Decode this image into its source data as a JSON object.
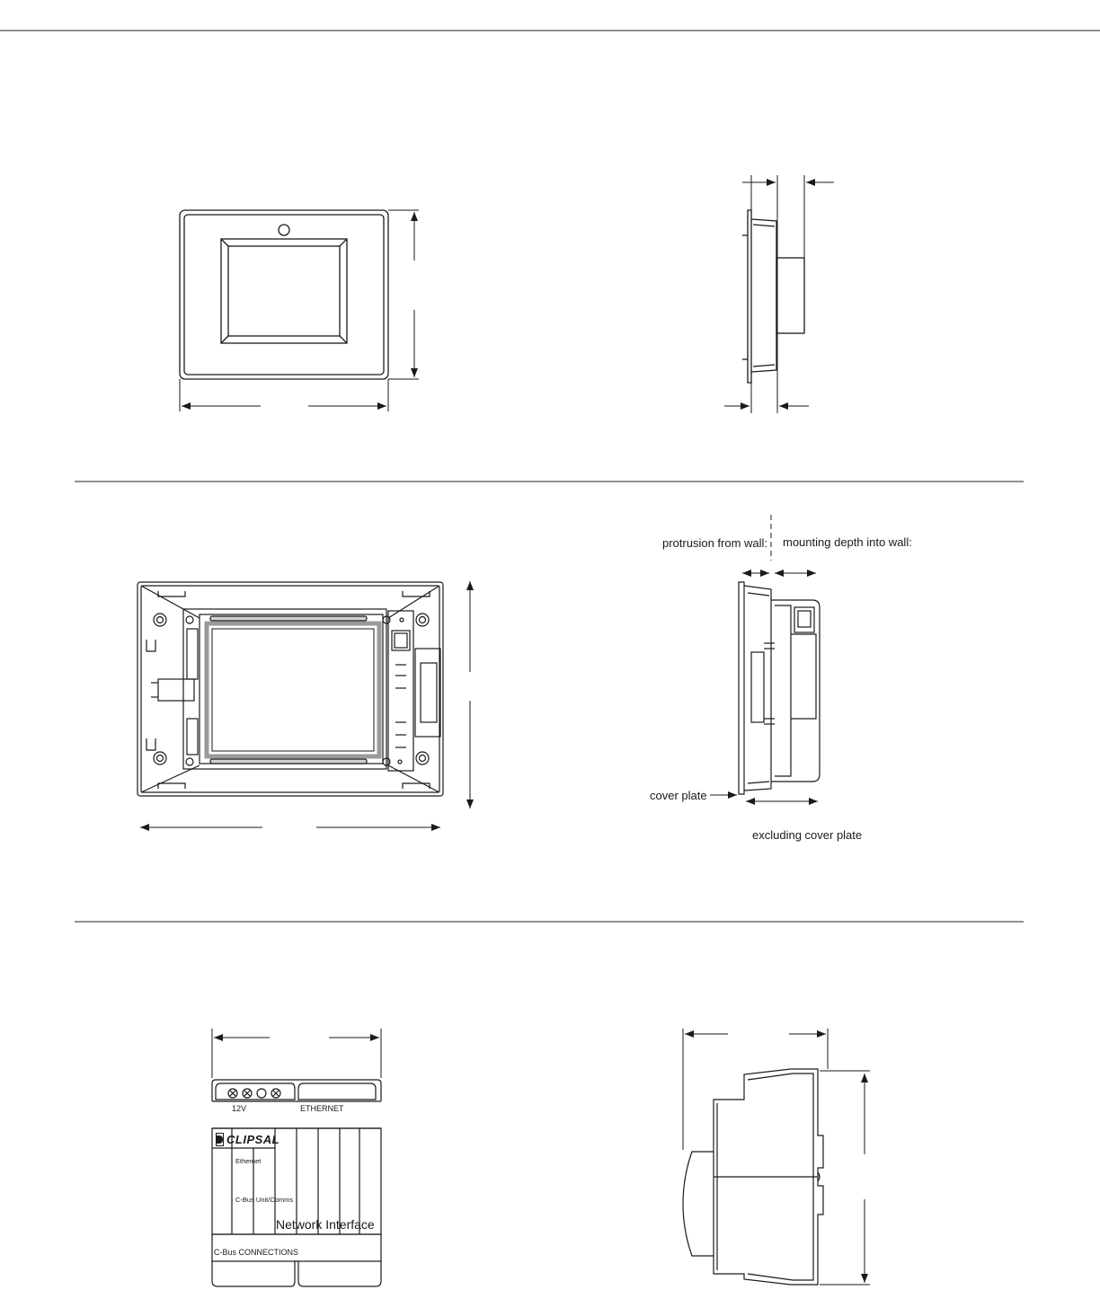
{
  "labels": {
    "protrusion": "protrusion from wall:",
    "mounting_depth": "mounting depth into wall:",
    "cover_plate": "cover plate",
    "excluding_cover_plate": "excluding cover plate",
    "terminal_12v": "12V",
    "ethernet_port": "ETHERNET",
    "ethernet_led": "Ethernet",
    "cbus_unit_comms": "C-Bus Unit/Comms",
    "network_interface": "Network Interface",
    "cbus_connections": "C-Bus CONNECTIONS",
    "brand": "CLIPSAL"
  }
}
